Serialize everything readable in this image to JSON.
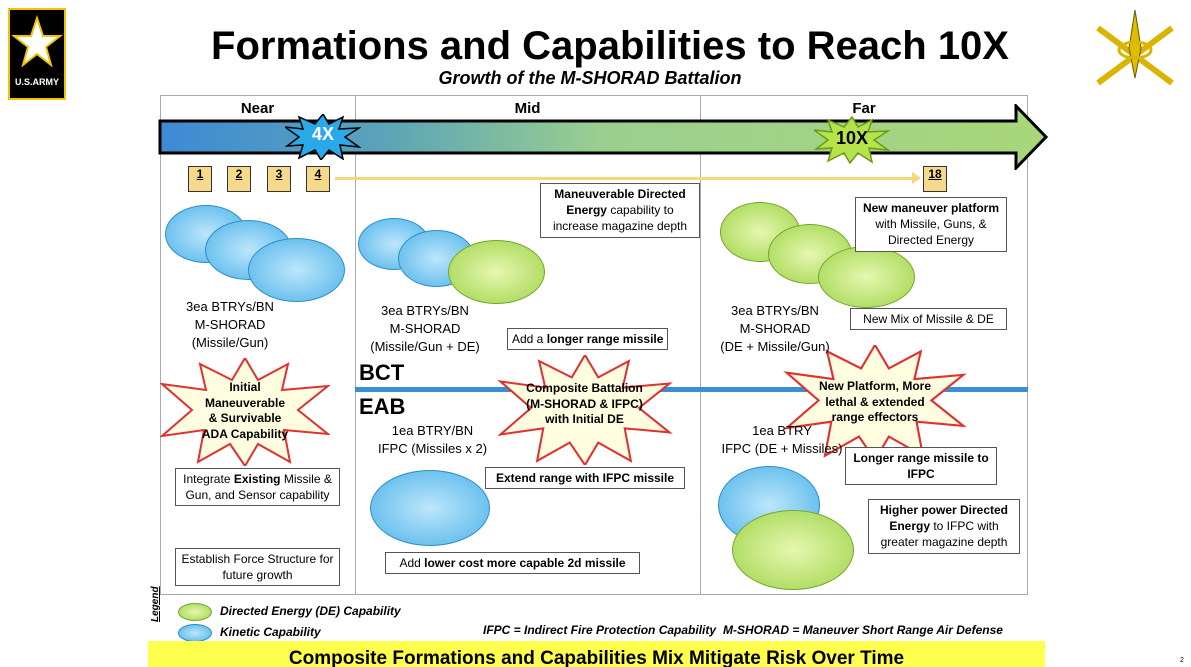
{
  "header": {
    "title": "Formations and Capabilities to Reach 10X",
    "subtitle": "Growth of the M-SHORAD Battalion",
    "logo_text": "U.S.ARMY"
  },
  "columns": {
    "near": "Near",
    "mid": "Mid",
    "far": "Far"
  },
  "arrow": {
    "marker_4x": "4X",
    "marker_10x": "10X"
  },
  "units": [
    "1",
    "2",
    "3",
    "4",
    "18"
  ],
  "layers": {
    "bct": "BCT",
    "eab": "EAB"
  },
  "near": {
    "formation": [
      "3ea BTRYs/BN",
      "M-SHORAD",
      "(Missile/Gun)"
    ],
    "burst": "Initial Maneuverable & Survivable ADA Capability",
    "box1_pre": "Integrate ",
    "box1_bold": "Existing",
    "box1_post": " Missile & Gun, and Sensor capability",
    "box2": "Establish Force Structure for future growth"
  },
  "mid": {
    "box_de_bold1": "Maneuverable Directed Energy",
    "box_de_rest": " capability to increase magazine depth",
    "formation": [
      "3ea BTRYs/BN",
      "M-SHORAD",
      "(Missile/Gun + DE)"
    ],
    "box_missile_pre": "Add a ",
    "box_missile_bold": "longer range missile",
    "burst": "Composite Battalion (M-SHORAD & IFPC) with Initial DE",
    "eab_formation": [
      "1ea BTRY/BN",
      "IFPC (Missiles x 2)"
    ],
    "box_extend": "Extend range with IFPC missile",
    "box_lower_pre": "Add ",
    "box_lower_bold": "lower cost more capable 2d missile"
  },
  "far": {
    "box_platform_bold": "New maneuver platform",
    "box_platform_rest": " with Missile, Guns, & Directed Energy",
    "formation": [
      "3ea BTRYs/BN",
      "M-SHORAD",
      "(DE + Missile/Gun)"
    ],
    "box_mix": "New Mix of Missile & DE",
    "burst": "New Platform, More lethal & extended range effectors",
    "eab_formation": [
      "1ea BTRY",
      "IFPC (DE + Missiles)"
    ],
    "box_longer": "Longer range missile to IFPC",
    "box_power_bold": "Higher power Directed Energy",
    "box_power_rest": " to IFPC with greater magazine depth"
  },
  "legend": {
    "title": "Legend",
    "de": "Directed Energy (DE) Capability",
    "kinetic": "Kinetic Capability",
    "ifpc": "IFPC = Indirect Fire Protection Capability",
    "mshorad": "M-SHORAD = Maneuver Short Range Air Defense"
  },
  "banner": "Composite Formations and Capabilities Mix Mitigate Risk Over Time",
  "page_number": "2",
  "colors": {
    "banner": "#ffff4d",
    "de": "#a8d85a",
    "kinetic": "#5bbdec",
    "line": "#3b8fd6"
  }
}
